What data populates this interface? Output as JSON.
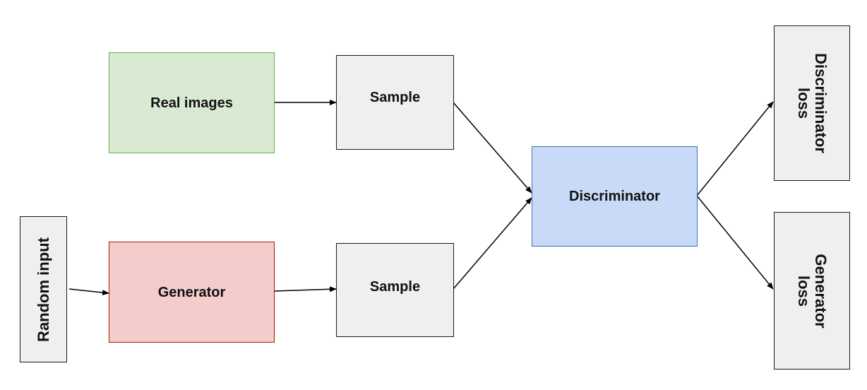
{
  "nodes": {
    "random_input": "Random input",
    "real_images": "Real images",
    "generator": "Generator",
    "sample_top": "Sample",
    "sample_bottom": "Sample",
    "discriminator": "Discriminator",
    "discriminator_loss": "Discriminator loss",
    "generator_loss": "Generator loss"
  },
  "colors": {
    "real_images_fill": "#d9ead3",
    "generator_fill": "#f4cccc",
    "discriminator_fill": "#c9daf8",
    "sample_fill": "#efefef"
  }
}
